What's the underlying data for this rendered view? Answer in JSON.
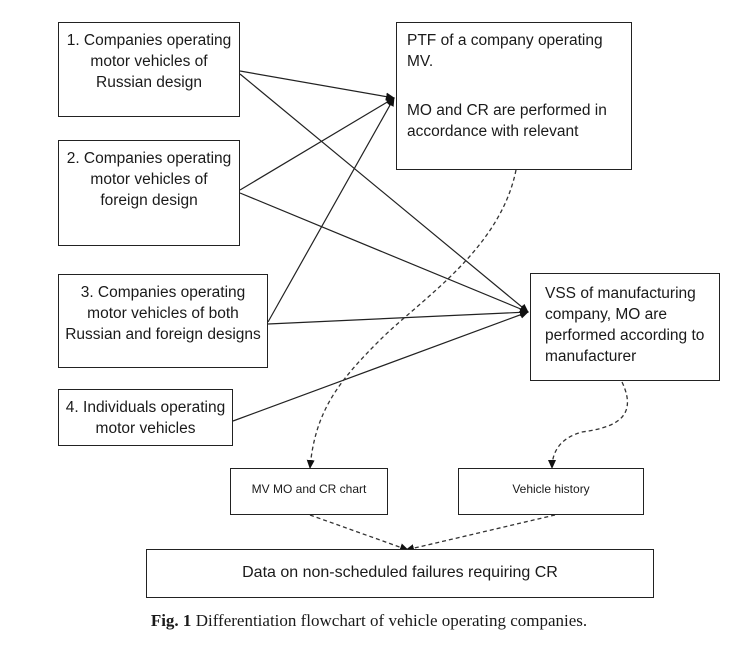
{
  "boxes": {
    "c1": "1. Companies operating motor vehicles of Russian design",
    "c2": "2. Companies operating motor vehicles of foreign design",
    "c3": "3. Companies operating motor vehicles of both Russian and foreign designs",
    "c4": "4. Individuals operating motor vehicles",
    "ptf_line1": "PTF of a company operating MV.",
    "ptf_line2": "MO and CR are performed in accordance with relevant",
    "vss": "VSS of manufacturing company, MO are performed according to manufacturer",
    "chart": "MV MO and CR chart",
    "history": "Vehicle history",
    "data": "Data on non-scheduled failures requiring CR"
  },
  "caption": {
    "label": "Fig. 1",
    "text": " Differentiation flowchart of vehicle operating companies."
  }
}
